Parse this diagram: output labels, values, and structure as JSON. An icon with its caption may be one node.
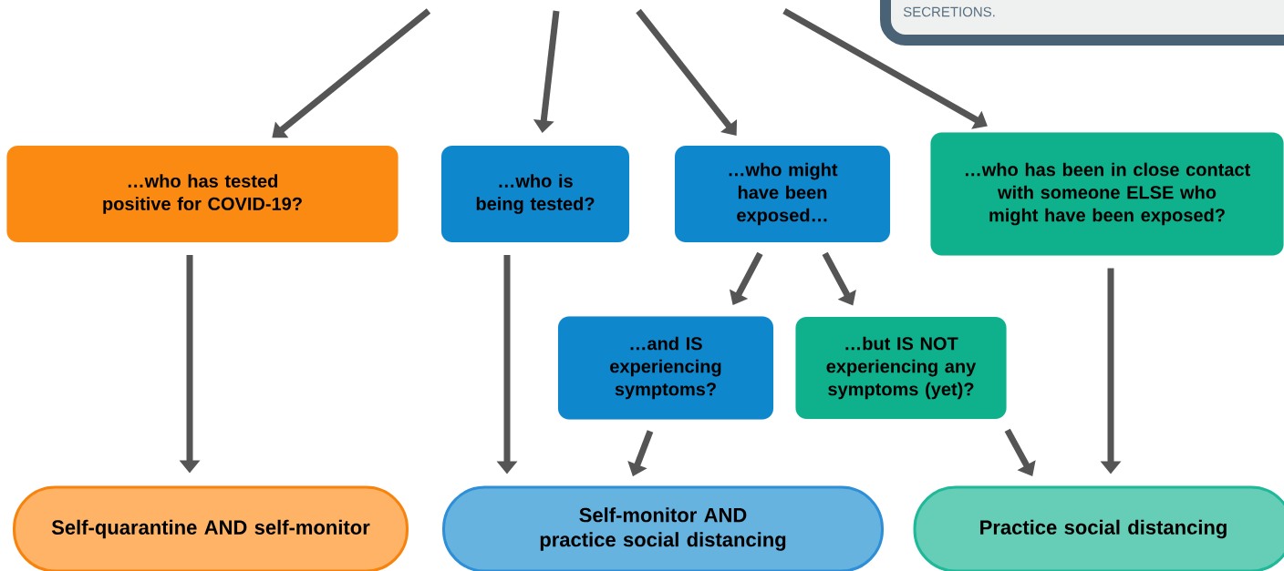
{
  "diagram": {
    "nodes": [
      {
        "text": [
          "SECRETIONS."
        ]
      },
      {
        "text": [
          "…who has tested positive for COVID-19?"
        ]
      },
      {
        "text": [
          "…who is being tested?"
        ]
      },
      {
        "text": [
          "…who might have been exposed…"
        ]
      },
      {
        "text": [
          "…who has been in close contact with someone ELSE who might have been exposed?"
        ]
      },
      {
        "text": [
          "…and IS experiencing symptoms?"
        ]
      },
      {
        "text": [
          "…but IS NOT experiencing any symptoms (yet)?"
        ]
      },
      {
        "text": [
          "Self-quarantine AND self-monitor"
        ]
      },
      {
        "text": [
          "Self-monitor AND practice social distancing"
        ]
      },
      {
        "text": [
          "Practice social distancing"
        ]
      }
    ],
    "edges": [
      {
        "from": null,
        "to": 1,
        "arrow": "to"
      },
      {
        "from": null,
        "to": 2,
        "arrow": "to"
      },
      {
        "from": null,
        "to": 3,
        "arrow": "to"
      },
      {
        "from": null,
        "to": 4,
        "arrow": "to"
      },
      {
        "from": 1,
        "to": 7,
        "arrow": "to"
      },
      {
        "from": 2,
        "to": 8,
        "arrow": "to"
      },
      {
        "from": 3,
        "to": 5,
        "arrow": "to"
      },
      {
        "from": 3,
        "to": 6,
        "arrow": "to"
      },
      {
        "from": 5,
        "to": 8,
        "arrow": "to"
      },
      {
        "from": 6,
        "to": 9,
        "arrow": "to"
      },
      {
        "from": 4,
        "to": 9,
        "arrow": "to"
      }
    ]
  }
}
